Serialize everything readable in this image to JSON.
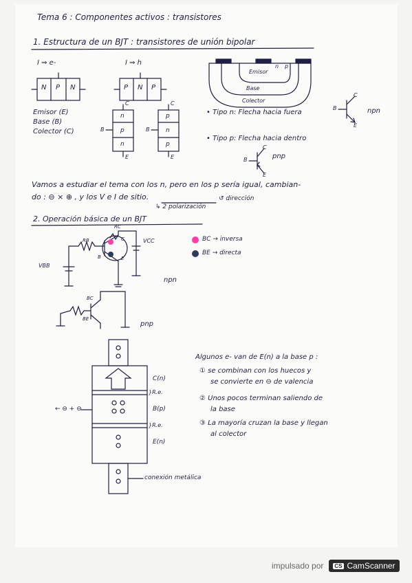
{
  "notes": {
    "title": "Tema 6 : Componentes activos : transistores",
    "section1": "1. Estructura de un BJT : transistores de unión bipolar",
    "npn_arrow": "I ⇒ e-",
    "pnp_arrow": "I ⇒ h",
    "npn_block": [
      "N",
      "P",
      "N"
    ],
    "pnp_block": [
      "P",
      "N",
      "P"
    ],
    "terminals": [
      "Emisor (E)",
      "Base (B)",
      "Colector (C)"
    ],
    "stack_npn": [
      "n",
      "p",
      "n"
    ],
    "stack_pnp": [
      "p",
      "n",
      "p"
    ],
    "pin_c": "C",
    "pin_b": "B",
    "pin_e": "E",
    "cross_emisor": "Emisor",
    "cross_n": "n",
    "cross_p": "p",
    "cross_base": "Base",
    "cross_colector": "Colector",
    "tipo_n": "• Tipo n: Flecha hacia fuera",
    "npn": "npn",
    "tipo_p": "• Tipo p: Flecha hacia dentro",
    "pnp": "pnp",
    "para1_line1": "Vamos a estudiar el tema con los n, pero en los p sería igual, cambian-",
    "para1_line2": "do : ⊖ × ⊕ , y los V e I de sitio.",
    "para1_polarizacion": "↳ 2 polarización",
    "para1_direccion": "↺ dirección",
    "section2": "2. Operación básica de un BJT",
    "label_rb": "RB",
    "label_rc": "RC",
    "label_vcc": "VCC",
    "label_vbb": "VBB",
    "legend_bc": "BC → inversa",
    "legend_be": "BE → directa",
    "label_npn2": "npn",
    "label_bc": "BC",
    "label_be": "BE",
    "label_pnp2": "pnp",
    "layer_cn": "C(n)",
    "layer_re1": "}R.e.",
    "layer_bp": "B(p)",
    "layer_re2": "}R.e.",
    "layer_en": "E(n)",
    "conexion": "conexión metálica",
    "side_charges": "← ⊖ + ⊖",
    "expl_intro": "Algunos e- van de E(n) a la base p :",
    "expl_1a": "① se combinan con los huecos y",
    "expl_1b": "se convierte en ⊖ de valencia",
    "expl_2a": "② Unos pocos terminan saliendo de",
    "expl_2b": "la base",
    "expl_3a": "③ La mayoría cruzan la base y llegan",
    "expl_3b": "al colector"
  },
  "footer": {
    "powered_by": "impulsado por",
    "brand_icon": "CS",
    "brand_name": "CamScanner"
  },
  "colors": {
    "ink": "#1f1f44",
    "highlight_bc": "#ff3fa4",
    "highlight_be": "#2c3a5c",
    "brand_bg": "#2b2b2b"
  }
}
